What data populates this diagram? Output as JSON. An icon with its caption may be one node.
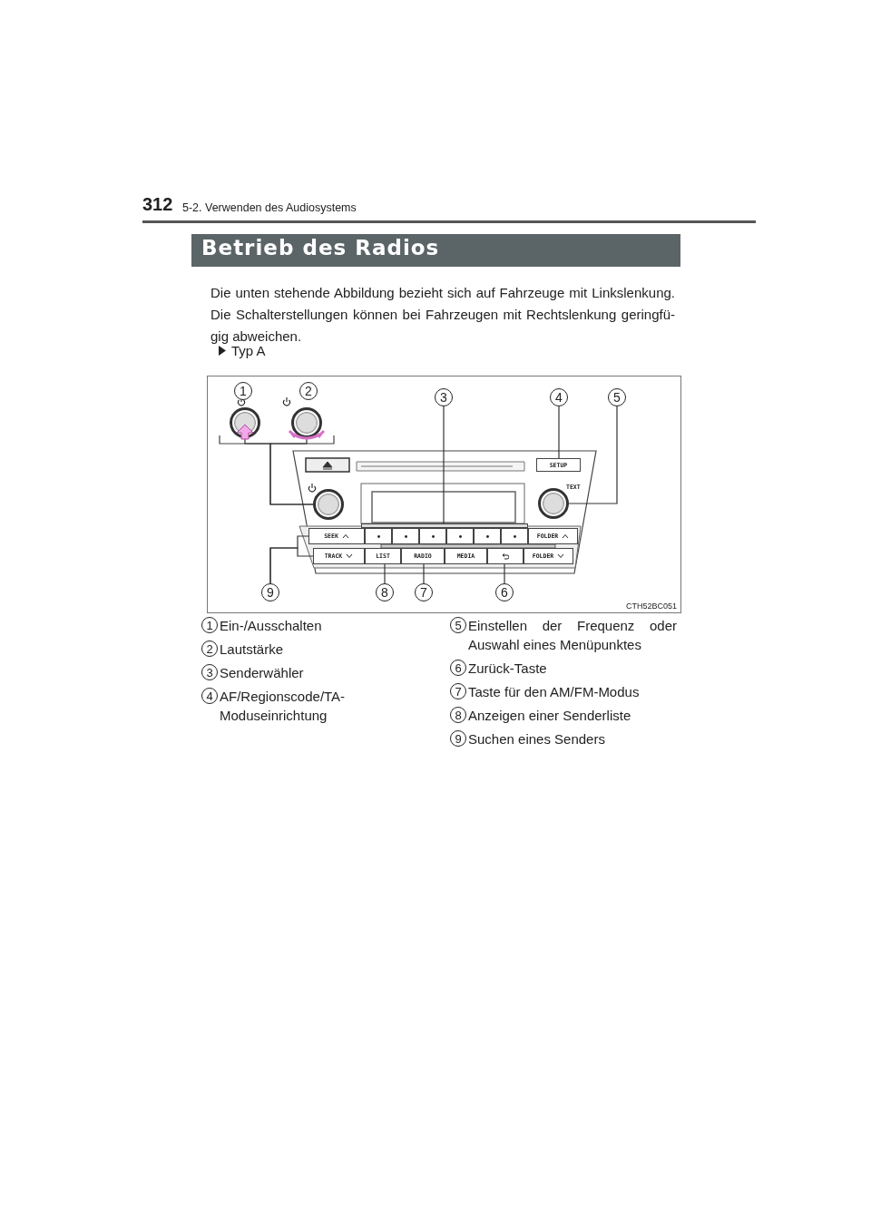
{
  "diagram": {
    "title": "Betrieb des Radios",
    "nodes": [
      {
        "text": [
          "3"
        ]
      },
      {
        "text": [
          "4"
        ]
      },
      {
        "text": [
          "5"
        ]
      },
      {
        "text": [
          "9"
        ]
      },
      {
        "text": [
          "8"
        ]
      },
      {
        "text": [
          "7"
        ]
      },
      {
        "text": [
          "6"
        ]
      },
      {
        "text": [],
        "shape": "circle"
      },
      {
        "text": [],
        "shape": "circle"
      },
      {
        "text": [],
        "shape": "circle"
      },
      {
        "text": [],
        "shape": "bar"
      },
      {
        "text": [
          "SETUP"
        ]
      },
      {
        "text": [],
        "shape": "circle"
      },
      {
        "text": [
          "SEEK"
        ]
      },
      {
        "text": [
          "TRACK"
        ]
      },
      {
        "text": [
          "LIST"
        ]
      },
      {
        "text": [
          "RADIO"
        ]
      },
      {
        "text": [
          "MEDIA"
        ]
      },
      {
        "text": [],
        "shape": "box"
      },
      {
        "text": [],
        "shape": "box"
      },
      {
        "text": [],
        "shape": "box"
      },
      {
        "text": [],
        "shape": "box"
      },
      {
        "text": [],
        "shape": "box"
      },
      {
        "text": [],
        "shape": "box"
      },
      {
        "text": [],
        "shape": "box"
      },
      {
        "text": [
          "FOLDER"
        ]
      },
      {
        "text": [
          "FOLDER"
        ]
      },
      {
        "text": [
          "1"
        ]
      },
      {
        "text": [
          "2"
        ]
      },
      {
        "text": [
          "1"
        ],
        "beside": [
          "Ein-/Ausschalten"
        ]
      },
      {
        "text": [
          "2"
        ],
        "beside": [
          "Lautstärke"
        ]
      },
      {
        "text": [
          "3"
        ],
        "beside": [
          "Senderwähler"
        ]
      },
      {
        "text": [
          "4"
        ],
        "beside": [
          "AF/Regionscode/TA-Moduseinrichtung"
        ]
      },
      {
        "text": [
          "5"
        ],
        "beside": [
          "Einstellen der Frequenz oder Auswahl eines Menüpunktes"
        ]
      },
      {
        "text": [
          "6"
        ],
        "beside": [
          "Zurück-Taste"
        ]
      },
      {
        "text": [
          "7"
        ],
        "beside": [
          "Taste für den AM/FM-Modus"
        ]
      },
      {
        "text": [
          "8"
        ],
        "beside": [
          "Anzeigen einer Senderliste"
        ]
      },
      {
        "text": [
          "9"
        ],
        "beside": [
          "Suchen eines Senders"
        ]
      }
    ],
    "edges": [
      {
        "from": 7,
        "to": 9,
        "arrow": "none"
      },
      {
        "from": 8,
        "to": 9,
        "arrow": "none"
      },
      {
        "from": 0,
        "to": 10,
        "arrow": "none"
      },
      {
        "from": 1,
        "to": 11,
        "arrow": "none"
      },
      {
        "from": 2,
        "to": 12,
        "arrow": "none"
      },
      {
        "from": 3,
        "to": 13,
        "arrow": "none"
      },
      {
        "from": 3,
        "to": 14,
        "arrow": "none"
      },
      {
        "from": 4,
        "to": 15,
        "arrow": "none"
      },
      {
        "from": 5,
        "to": 16,
        "arrow": "none"
      },
      {
        "from": 6,
        "to": 18,
        "arrow": "none"
      }
    ],
    "labels": [
      "312",
      "5-2. Verwenden des Audiosystems",
      "Die unten stehende Abbildung bezieht sich auf Fahrzeuge mit Linkslenkung. Die Schalterstellungen können bei Fahrzeugen mit Rechtslenkung geringfü-gig abweichen.",
      "Typ A",
      "TEXT",
      "CTH52BC051"
    ]
  }
}
